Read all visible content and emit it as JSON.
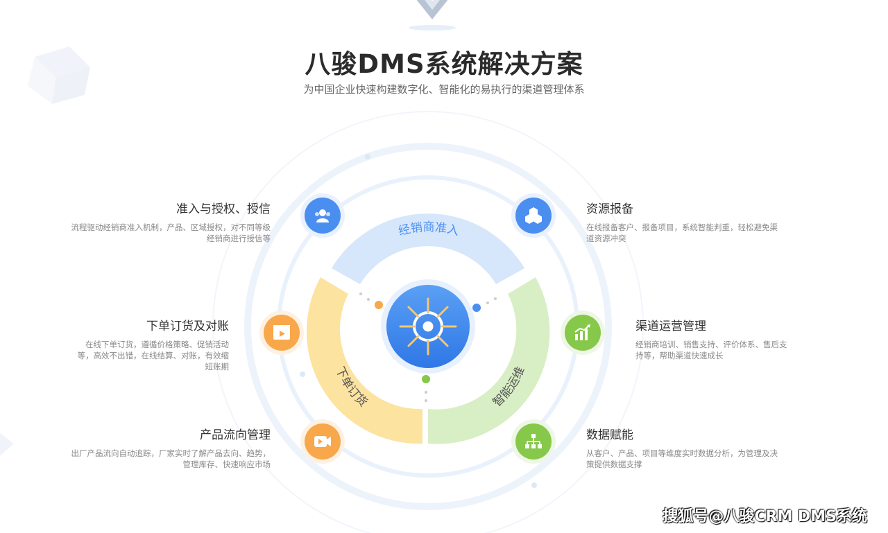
{
  "header": {
    "title": "八骏DMS系统解决方案",
    "subtitle": "为中国企业快速构建数字化、智能化的易执行的渠道管理体系"
  },
  "ring": {
    "top": "经销商准入",
    "left": "下单订货",
    "right": "智能运维"
  },
  "features": {
    "access": {
      "title": "准入与授权、授信",
      "desc": "流程驱动经销商准入机制，产品、区域授权，对不同等级经销商进行授信等"
    },
    "order": {
      "title": "下单订货及对账",
      "desc": "在线下单订货，遵循价格策略、促销活动等，高效不出错，在线结算、对账，有效缩短账期"
    },
    "flow": {
      "title": "产品流向管理",
      "desc": "出厂产品流向自动追踪，厂家实时了解产品去向、趋势，管理库存、快速响应市场"
    },
    "report": {
      "title": "资源报备",
      "desc": "在线报备客户、报备项目，系统智能判重，轻松避免渠道资源冲突"
    },
    "ops": {
      "title": "渠道运营管理",
      "desc": "经销商培训、销售支持、评价体系、售后支持等，帮助渠道快速成长"
    },
    "data": {
      "title": "数据赋能",
      "desc": "从客户、产品、项目等维度实时数据分析，为管理及决策提供数据支撑"
    }
  },
  "watermark": "搜狐号@八骏CRM DMS系统",
  "colors": {
    "blue": "#4a8ef0",
    "orange": "#f8a74a",
    "green": "#86c84a",
    "ring_blue": "#d6e6fb",
    "ring_yellow": "#fde3a0",
    "ring_green": "#d8efc5"
  }
}
